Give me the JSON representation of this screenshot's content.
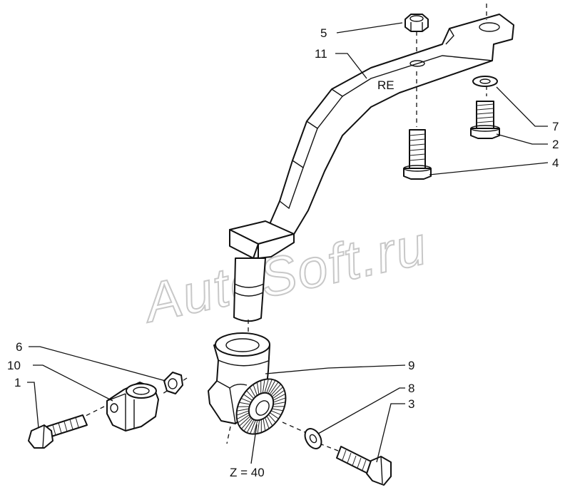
{
  "diagram": {
    "callouts": [
      {
        "id": "c5",
        "text": "5"
      },
      {
        "id": "c11",
        "text": "11"
      },
      {
        "id": "c7",
        "text": "7"
      },
      {
        "id": "c2",
        "text": "2"
      },
      {
        "id": "c4",
        "text": "4"
      },
      {
        "id": "c6",
        "text": "6"
      },
      {
        "id": "c10",
        "text": "10"
      },
      {
        "id": "c1",
        "text": "1"
      },
      {
        "id": "c9",
        "text": "9"
      },
      {
        "id": "c8",
        "text": "8"
      },
      {
        "id": "c3",
        "text": "3"
      }
    ],
    "arm_marking": "RE",
    "gear_teeth": "Z = 40",
    "watermark": "AutoSoft.ru"
  }
}
